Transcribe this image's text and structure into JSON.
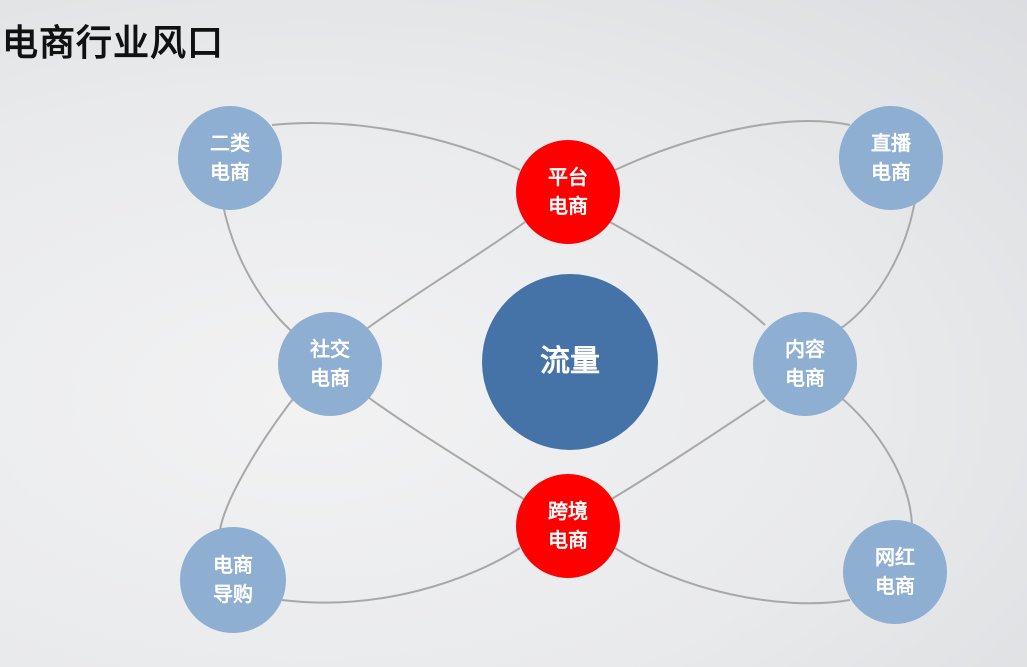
{
  "title": "电商行业风口",
  "colors": {
    "outer_node": "#8eaed2",
    "highlight_node": "#ff0000",
    "center_node": "#4573a7",
    "link": "#a8a8a8"
  },
  "center": {
    "label": "流量"
  },
  "nodes": {
    "ershou": {
      "line1": "二类",
      "line2": "电商"
    },
    "zhibo": {
      "line1": "直播",
      "line2": "电商"
    },
    "pingtai": {
      "line1": "平台",
      "line2": "电商"
    },
    "shejiao": {
      "line1": "社交",
      "line2": "电商"
    },
    "neirong": {
      "line1": "内容",
      "line2": "电商"
    },
    "kuajing": {
      "line1": "跨境",
      "line2": "电商"
    },
    "daogou": {
      "line1": "电商",
      "line2": "导购"
    },
    "wanghong": {
      "line1": "网红",
      "line2": "电商"
    }
  }
}
